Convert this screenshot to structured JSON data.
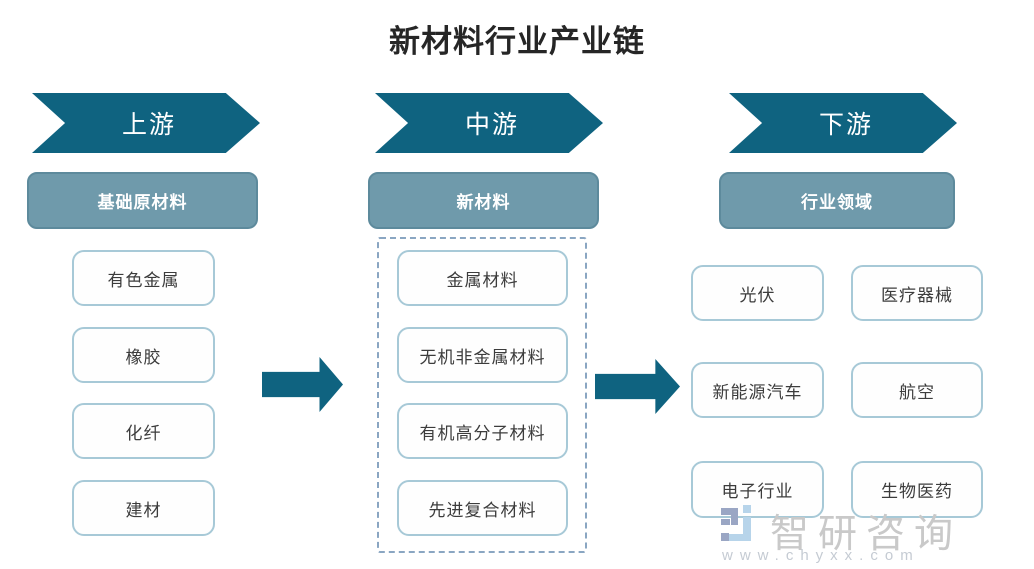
{
  "title": "新材料行业产业链",
  "columns": [
    {
      "stage": "上游",
      "category": "基础原材料",
      "items": [
        "有色金属",
        "橡胶",
        "化纤",
        "建材"
      ]
    },
    {
      "stage": "中游",
      "category": "新材料",
      "items": [
        "金属材料",
        "无机非金属材料",
        "有机高分子材料",
        "先进复合材料"
      ]
    },
    {
      "stage": "下游",
      "category": "行业领域",
      "items": [
        "光伏",
        "医疗器械",
        "新能源汽车",
        "航空",
        "电子行业",
        "生物医药"
      ]
    }
  ],
  "watermark": {
    "brand": "智研咨询",
    "url": "www.chyxx.com",
    "logo_icon": "zhiyan-logo-icon"
  },
  "colors": {
    "stage_arrow_teal": "#0f6380",
    "category_fill": "#6f9aab",
    "category_border": "#5d8a9c",
    "item_border": "#a7c9d7",
    "dashed_border": "#8aa6c2",
    "title_text": "#262626",
    "item_text": "#3c3c3c",
    "watermark_gray": "#c9c9c9"
  }
}
